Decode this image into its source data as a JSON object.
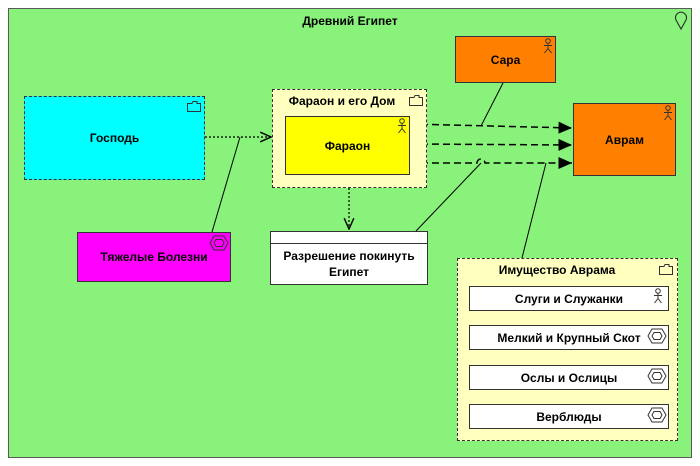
{
  "diagram": {
    "title": "Древний Египет",
    "nodes": {
      "gospod": {
        "label": "Господь",
        "kind": "group",
        "color": "#00ffff"
      },
      "faraon_dom": {
        "label": "Фараон и его Дом",
        "kind": "group",
        "color": "#ffffc0"
      },
      "faraon": {
        "label": "Фараон",
        "kind": "actor",
        "color": "#ffff00"
      },
      "sara": {
        "label": "Сара",
        "kind": "actor",
        "color": "#ff8000"
      },
      "avram": {
        "label": "Аврам",
        "kind": "actor",
        "color": "#ff8000"
      },
      "bolezni": {
        "label": "Тяжелые Болезни",
        "kind": "service",
        "color": "#ff00ff"
      },
      "razreshenie": {
        "label": "Разрешение покинуть Египет",
        "kind": "object",
        "color": "#ffffff"
      },
      "imushchestvo": {
        "label": "Имущество Аврама",
        "kind": "group",
        "color": "#ffffc0"
      }
    },
    "imushchestvo_items": [
      {
        "label": "Слуги и Служанки",
        "icon": "actor-icon"
      },
      {
        "label": "Мелкий и Крупный Скот",
        "icon": "service-icon"
      },
      {
        "label": "Ослы и Ослицы",
        "icon": "service-icon"
      },
      {
        "label": "Верблюды",
        "icon": "service-icon"
      }
    ],
    "icons": {
      "container": "location-pin-icon",
      "group": "folder-icon",
      "actor": "actor-icon",
      "service": "service-icon"
    }
  }
}
